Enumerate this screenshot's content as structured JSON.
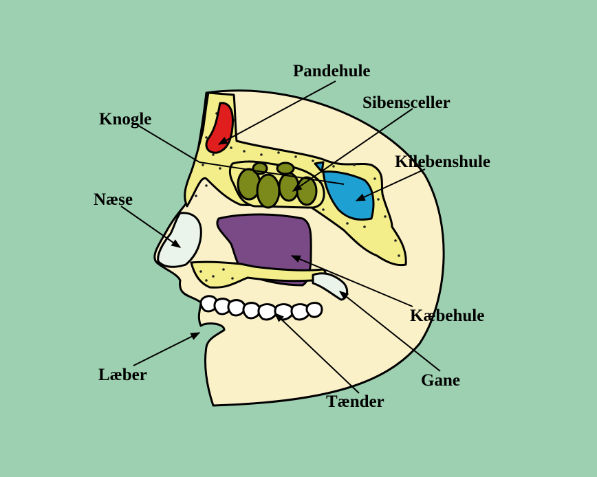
{
  "colors": {
    "background": "#9dd0b0",
    "face": "#fbf1c9",
    "bone": "#f3ee8a",
    "frontal_sinus": "#e01e1e",
    "ethmoid_cells": "#7c8a1c",
    "sphenoid_sinus": "#1ea0d2",
    "maxillary_sinus": "#7a4a86",
    "cartilage": "#eaf4ea",
    "teeth": "#ffffff"
  },
  "labels": {
    "pandehule": "Pandehule",
    "sibensceller": "Sibensceller",
    "knogle": "Knogle",
    "kilebenshule": "Kilebenshule",
    "naese": "Næse",
    "kaebehule": "Kæbehule",
    "gane": "Gane",
    "laeber": "Læber",
    "taender": "Tænder"
  }
}
